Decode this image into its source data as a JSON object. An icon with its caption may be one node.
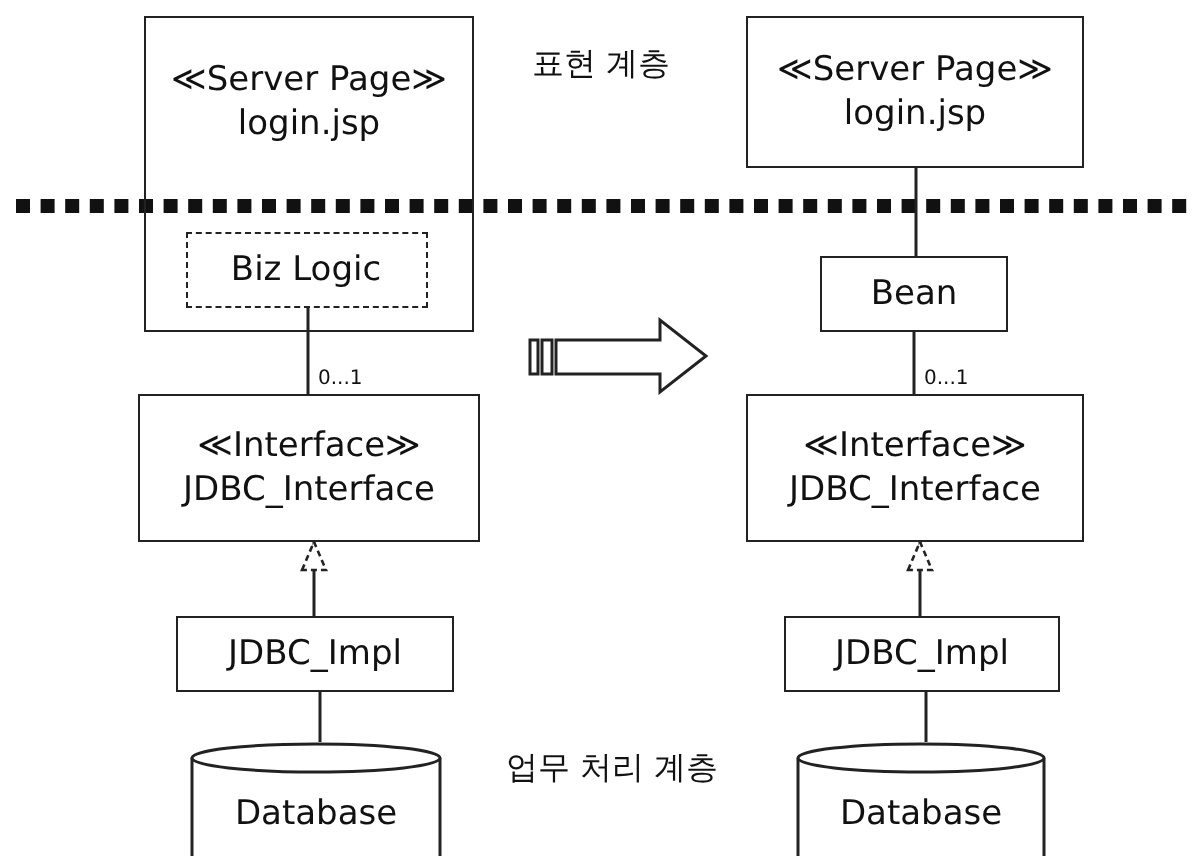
{
  "diagram": {
    "nodes": [
      {
        "text": [
          "≪Server Page≫",
          "login.jsp"
        ]
      },
      {
        "text": [
          "Biz Logic"
        ],
        "in": 0
      },
      {
        "text": [
          "≪Interface≫",
          "JDBC_Interface"
        ]
      },
      {
        "text": [
          "JDBC_Impl"
        ]
      },
      {
        "text": [
          "Database"
        ]
      },
      {
        "text": [
          "≪Server Page≫",
          "login.jsp"
        ]
      },
      {
        "text": [
          "Bean"
        ]
      },
      {
        "text": [
          "≪Interface≫",
          "JDBC_Interface"
        ]
      },
      {
        "text": [
          "JDBC_Impl"
        ]
      },
      {
        "text": [
          "Database"
        ]
      }
    ],
    "edges": [
      {
        "from": 1,
        "to": 2,
        "arrow": "none",
        "label": "0...1"
      },
      {
        "from": 3,
        "to": 2,
        "arrow": "to"
      },
      {
        "from": 3,
        "to": 4,
        "arrow": "none"
      },
      {
        "from": 5,
        "to": 6,
        "arrow": "none"
      },
      {
        "from": 6,
        "to": 7,
        "arrow": "none",
        "label": "0...1"
      },
      {
        "from": 8,
        "to": 7,
        "arrow": "to"
      },
      {
        "from": 8,
        "to": 9,
        "arrow": "none"
      }
    ],
    "labels": [
      "표현 계층",
      "업무 처리 계층"
    ]
  }
}
